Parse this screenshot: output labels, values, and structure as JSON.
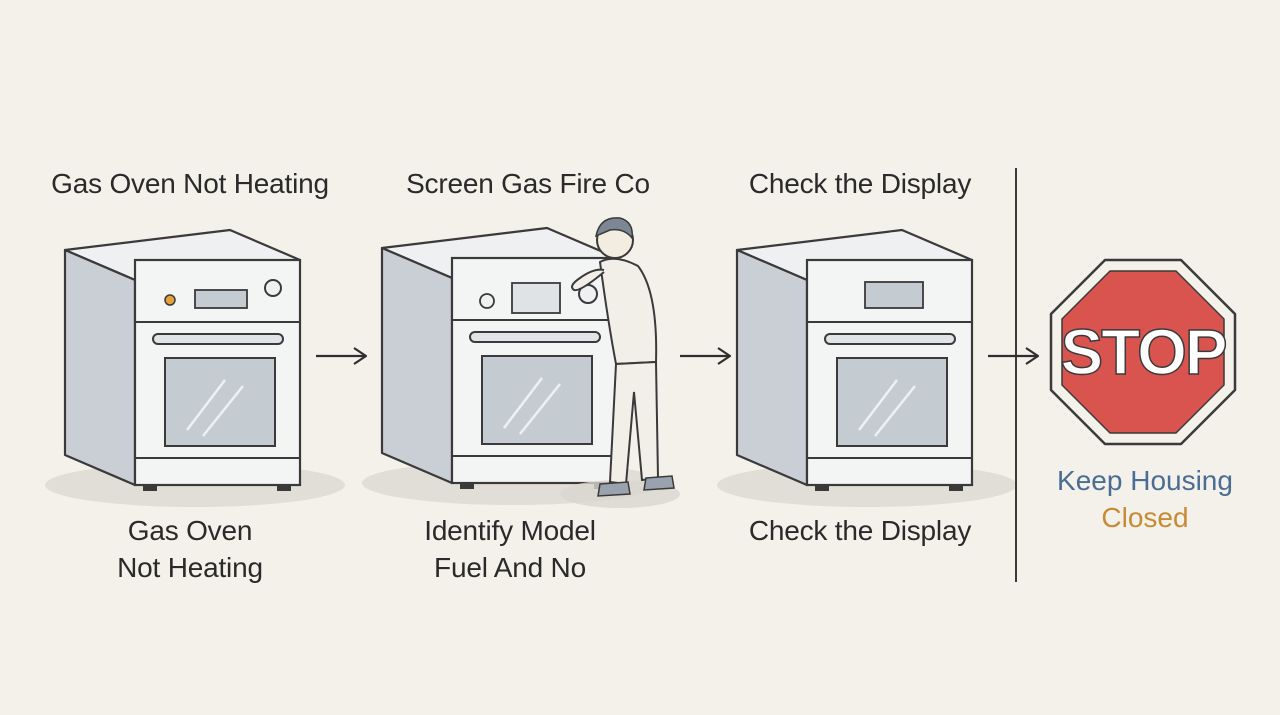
{
  "steps": [
    {
      "top": "Gas Oven Not Heating",
      "bottom_line1": "Gas Oven",
      "bottom_line2": "Not Heating"
    },
    {
      "top": "Screen Gas Fire Co",
      "bottom_line1": "Identify Model",
      "bottom_line2": "Fuel And No"
    },
    {
      "top": "Check the Display",
      "bottom_line1": "Check the Display",
      "bottom_line2": ""
    }
  ],
  "stop": {
    "sign_text": "STOP",
    "caption_line1": "Keep Housing",
    "caption_line2": "Closed"
  },
  "colors": {
    "background": "#f4f1ea",
    "stop_red": "#d9534f",
    "caption_blue": "#4a6d95",
    "caption_orange": "#c98a35"
  },
  "icons": [
    "oven-icon",
    "person-icon",
    "arrow-right-icon",
    "stop-sign-icon"
  ]
}
